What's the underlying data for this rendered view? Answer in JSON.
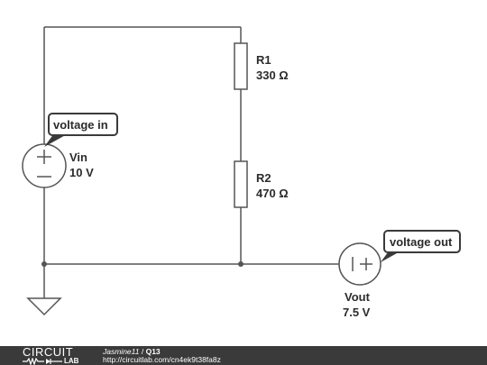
{
  "components": {
    "r1": {
      "name": "R1",
      "value": "330 Ω"
    },
    "r2": {
      "name": "R2",
      "value": "470 Ω"
    },
    "vin": {
      "name": "Vin",
      "value": "10 V",
      "tag": "voltage in"
    },
    "vout": {
      "name": "Vout",
      "value": "7.5 V",
      "tag": "voltage out"
    }
  },
  "footer": {
    "logo_top": "CIRCUIT",
    "logo_bottom": "LAB",
    "author": "Jasmine11",
    "separator": " / ",
    "title": "Q13",
    "url": "http://circuitlab.com/cn4ek9t38fa8z"
  },
  "colors": {
    "wire": "#555555",
    "tag_border": "#3a3a3a",
    "footer_bg": "#3a3a3a"
  }
}
